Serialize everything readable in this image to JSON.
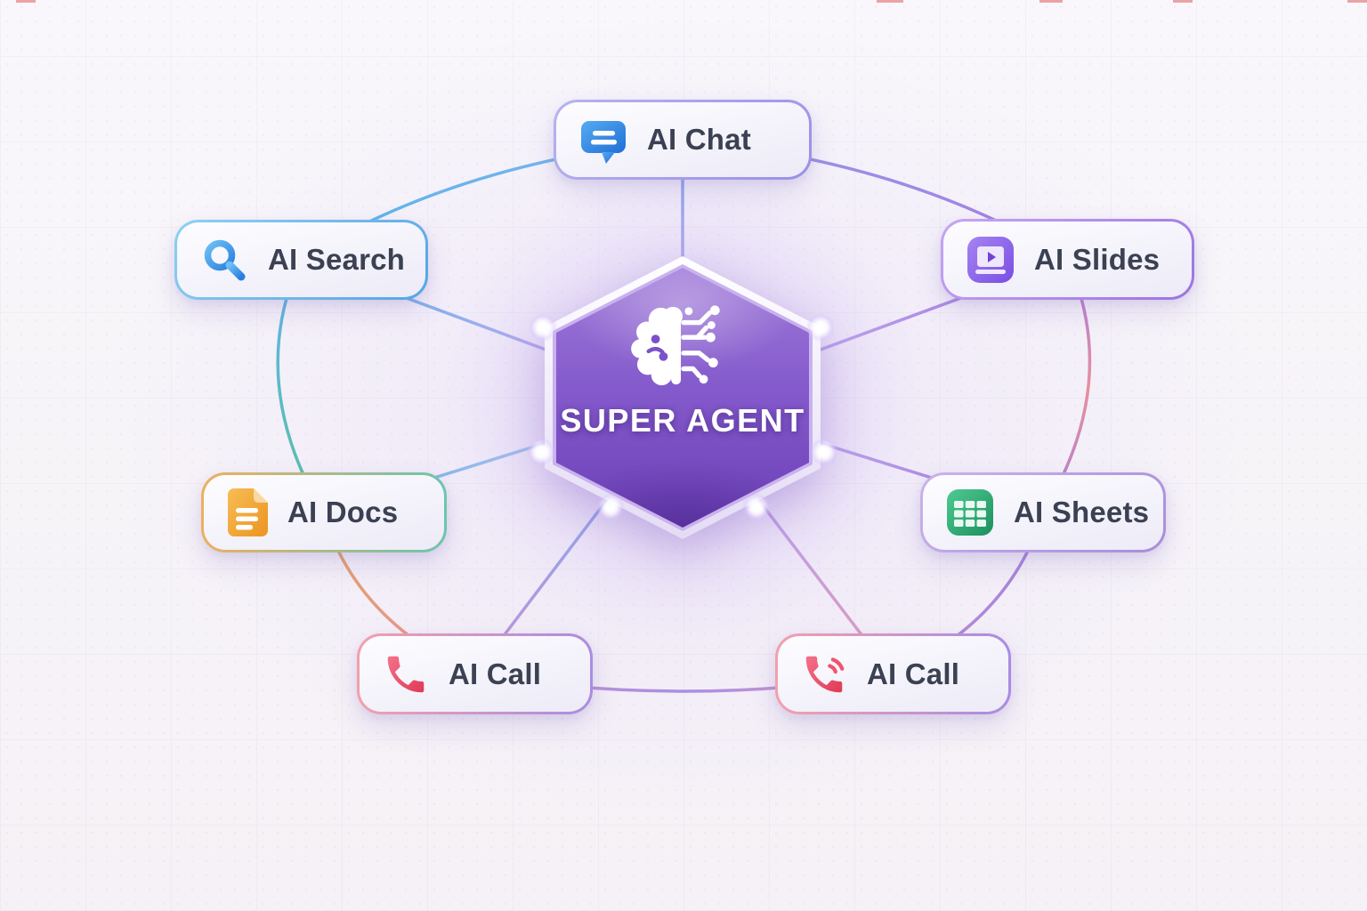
{
  "diagram": {
    "center": {
      "label": "SUPER AGENT",
      "icon": "brain-circuit-icon"
    },
    "nodes": [
      {
        "id": "ai-chat",
        "label": "AI Chat",
        "icon": "chat-bubble-icon",
        "accent": "#2f7fe0",
        "position": "top"
      },
      {
        "id": "ai-search",
        "label": "AI Search",
        "icon": "search-icon",
        "accent": "#2b7fe0",
        "position": "upper-left"
      },
      {
        "id": "ai-slides",
        "label": "AI Slides",
        "icon": "slides-laptop-icon",
        "accent": "#7a4de4",
        "position": "upper-right"
      },
      {
        "id": "ai-docs",
        "label": "AI Docs",
        "icon": "document-icon",
        "accent": "#ee9a26",
        "position": "left"
      },
      {
        "id": "ai-sheets",
        "label": "AI Sheets",
        "icon": "spreadsheet-icon",
        "accent": "#23945f",
        "position": "right"
      },
      {
        "id": "ai-call-left",
        "label": "AI Call",
        "icon": "phone-icon",
        "accent": "#e84560",
        "position": "bottom-left"
      },
      {
        "id": "ai-call-right",
        "label": "AI Call",
        "icon": "phone-ringing-icon",
        "accent": "#e84560",
        "position": "bottom-right"
      }
    ],
    "edges": {
      "spokes": [
        [
          "super-agent",
          "ai-chat"
        ],
        [
          "super-agent",
          "ai-search"
        ],
        [
          "super-agent",
          "ai-slides"
        ],
        [
          "super-agent",
          "ai-docs"
        ],
        [
          "super-agent",
          "ai-sheets"
        ],
        [
          "super-agent",
          "ai-call-left"
        ],
        [
          "super-agent",
          "ai-call-right"
        ]
      ],
      "ring": [
        [
          "ai-search",
          "ai-chat"
        ],
        [
          "ai-chat",
          "ai-slides"
        ],
        [
          "ai-slides",
          "ai-sheets"
        ],
        [
          "ai-sheets",
          "ai-call-right"
        ],
        [
          "ai-call-right",
          "ai-call-left"
        ],
        [
          "ai-call-left",
          "ai-docs"
        ],
        [
          "ai-docs",
          "ai-search"
        ]
      ]
    },
    "colors": {
      "canvas_bg": "#f7f4f8",
      "hexagon_purple_top": "#a07ad9",
      "hexagon_purple_bottom": "#6c40b6",
      "hexagon_rim": "#ffffff",
      "node_label_text": "#3b4152",
      "center_label_text": "#ffffff",
      "chat_icon_blue": "#2f7fe0",
      "search_icon_blue": "#2b7fe0",
      "slides_icon_purple": "#7a4de4",
      "docs_icon_orange": "#ee9a26",
      "sheets_icon_green": "#23945f",
      "call_icon_red": "#e84560",
      "ring_blue": "#59b7e8",
      "ring_purple": "#a77ee4",
      "ring_pink": "#e8909c",
      "ring_teal": "#58bfa8",
      "ring_orange": "#e2a562"
    }
  }
}
